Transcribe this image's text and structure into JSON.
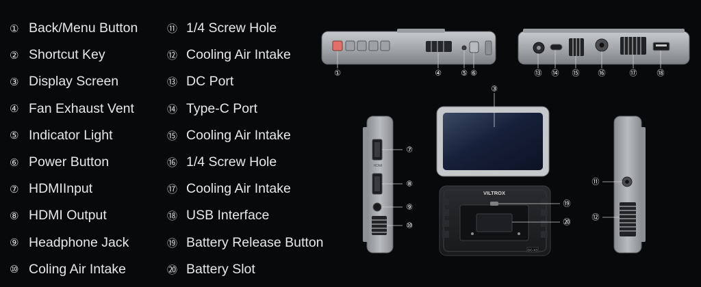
{
  "legend_left": [
    {
      "num": "①",
      "label": "Back/Menu Button"
    },
    {
      "num": "②",
      "label": "Shortcut Key"
    },
    {
      "num": "③",
      "label": "Display Screen"
    },
    {
      "num": "④",
      "label": "Fan Exhaust Vent"
    },
    {
      "num": "⑤",
      "label": "Indicator Light"
    },
    {
      "num": "⑥",
      "label": "Power Button"
    },
    {
      "num": "⑦",
      "label": "HDMIInput"
    },
    {
      "num": "⑧",
      "label": "HDMI Output"
    },
    {
      "num": "⑨",
      "label": "Headphone Jack"
    },
    {
      "num": "⑩",
      "label": "Coling Air Intake"
    }
  ],
  "legend_right": [
    {
      "num": "⑪",
      "label": "1/4 Screw Hole"
    },
    {
      "num": "⑫",
      "label": "Cooling Air Intake"
    },
    {
      "num": "⑬",
      "label": "DC Port"
    },
    {
      "num": "⑭",
      "label": "Type-C Port"
    },
    {
      "num": "⑮",
      "label": "Cooling Air Intake"
    },
    {
      "num": "⑯",
      "label": "1/4 Screw Hole"
    },
    {
      "num": "⑰",
      "label": "Cooling Air Intake"
    },
    {
      "num": "⑱",
      "label": "USB Interface"
    },
    {
      "num": "⑲",
      "label": "Battery Release Button"
    },
    {
      "num": "⑳",
      "label": "Battery Slot"
    }
  ],
  "device": {
    "brand": "VILTROX",
    "port_label": "HDMI",
    "model_badge": "DC-X3"
  },
  "callouts": {
    "c1": "①",
    "c3": "③",
    "c4": "④",
    "c5": "⑤",
    "c6": "⑥",
    "c7": "⑦",
    "c8": "⑧",
    "c9": "⑨",
    "c10": "⑩",
    "c11": "⑪",
    "c12": "⑫",
    "c13": "⑬",
    "c14": "⑭",
    "c15": "⑮",
    "c16": "⑯",
    "c17": "⑰",
    "c18": "⑱",
    "c19": "⑲",
    "c20": "⑳"
  },
  "colors": {
    "background": "#08090b",
    "device_body": "#a7aaae",
    "device_dark": "#1b1c1f",
    "back_button": "#e0706b"
  }
}
